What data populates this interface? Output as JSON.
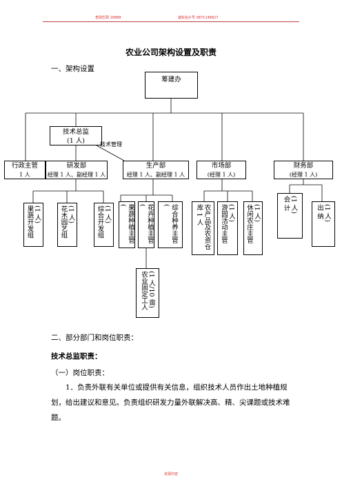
{
  "header": {
    "left": "李政栏网 18888",
    "right": "诚实名片号 0871148827"
  },
  "title": "农业公司架构设置及职责",
  "section1": "一、架构设置",
  "chart": {
    "top": "筹建办",
    "tech": {
      "name": "技术总监",
      "count": "(1 人)"
    },
    "tech_note": "技术管理",
    "depts": [
      {
        "name": "行政主管",
        "sub": "1 人"
      },
      {
        "name": "研发部",
        "sub": "经理 1 人、副经理 1 人"
      },
      {
        "name": "生产部",
        "sub": "经理 1 人、副经理 1 人"
      },
      {
        "name": "市场部",
        "sub": "(经理 1 人)"
      },
      {
        "name": "财务部",
        "sub": "(经理 1 人)"
      }
    ],
    "groups": {
      "rd": [
        {
          "name": "果蔬开发组",
          "count": "(1 人)"
        },
        {
          "name": "花木园艺组",
          "count": "(1 人)"
        },
        {
          "name": "综合开发组",
          "count": "(1 人)"
        }
      ],
      "prod": [
        {
          "name": "果蔬种植主管",
          "count": "("
        },
        {
          "name": "花卉种植主管",
          "count": "("
        },
        {
          "name": "综合种养主管",
          "count": "("
        }
      ],
      "market": [
        {
          "name": "农产品及农资仓库 1 人",
          "count": ""
        },
        {
          "name": "游园活动主管",
          "count": "(1 人)"
        },
        {
          "name": "休闲农庄主管",
          "count": "(1 人)"
        }
      ],
      "finance": [
        {
          "name": "会 计",
          "count": "(1 人)"
        },
        {
          "name": "出 纳",
          "count": "(1 人)"
        }
      ]
    },
    "workers": {
      "name": "农业固定工人",
      "count": "(1 人/10 亩)"
    }
  },
  "section2": "二、部分部门和岗位职责：",
  "duty_title": "技术总监职责：",
  "duty_sub": "（一）岗位职责：",
  "duty_para": "1．负责外联有关单位或提供有关信息，组织技术人员作出土地种植规划，给出建议和意见。负责组织研发力量外联解决高、精、尖课题或技术难题。",
  "footer": "资源内容"
}
